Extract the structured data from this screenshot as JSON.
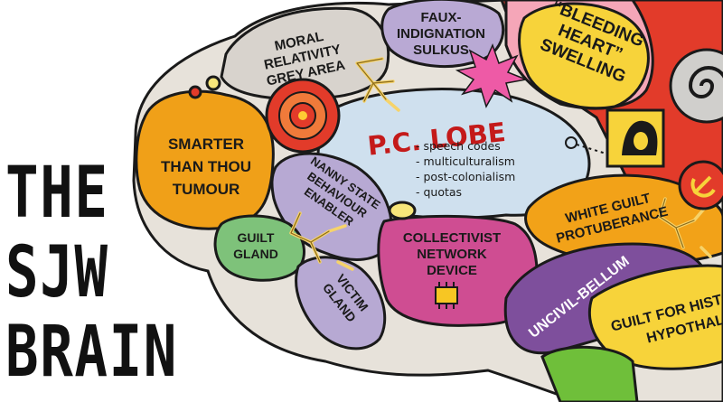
{
  "title": {
    "line1": "THE",
    "line2": "SJW",
    "line3": "BRAIN"
  },
  "regions": {
    "moral_relativity": [
      "MORAL",
      "RELATIVITY",
      "GREY AREA"
    ],
    "faux_indignation": [
      "FAUX-",
      "INDIGNATION",
      "SULKUS"
    ],
    "bleeding_heart": [
      "“BLEEDING",
      "HEART”",
      "SWELLING"
    ],
    "smarter_than_thou": [
      "SMARTER",
      "THAN THOU",
      "TUMOUR"
    ],
    "nanny_state": [
      "NANNY STATE",
      "BEHAVIOUR",
      "ENABLER"
    ],
    "guilt_gland": [
      "GUILT",
      "GLAND"
    ],
    "victim_gland": [
      "VICTIM",
      "GLAND"
    ],
    "collectivist": [
      "COLLECTIVIST",
      "NETWORK",
      "DEVICE"
    ],
    "white_guilt": [
      "WHITE GUILT",
      "PROTUBERANCE"
    ],
    "uncivil_bellum": [
      "UNCIVIL-BELLUM"
    ],
    "guilt_for_history": [
      "GUILT FOR HISTO",
      "HYPOTHAL"
    ]
  },
  "pc_lobe": {
    "title": "P.C. LOBE",
    "bullets": [
      "- speech codes",
      "- multiculturalism",
      "- post-colonialism",
      "- quotas"
    ]
  },
  "colors": {
    "outline": "#1a1a1a",
    "grey_area": "#d8d3cd",
    "faux_indignation": "#b9a9d4",
    "bleeding_heart": "#f5a6b8",
    "swelling_yellow": "#f7d33a",
    "red_accent": "#e23b2a",
    "tumour_orange": "#f0a018",
    "pc_lobe_blue": "#cfe0ee",
    "nanny_purple": "#b7a9d3",
    "guilt_green": "#7ec27a",
    "collectivist_magenta": "#cf4d92",
    "white_guilt_orange": "#f2a218",
    "uncivil_purple": "#7e4f9c",
    "stem_green": "#6fbf3a",
    "pink_burst": "#ee5aa6"
  },
  "icons": [
    "brain-illustration",
    "target-icon",
    "chip-icon",
    "starburst-icon",
    "portrait-icon",
    "hammer-sickle-icon",
    "neuron-icon"
  ]
}
